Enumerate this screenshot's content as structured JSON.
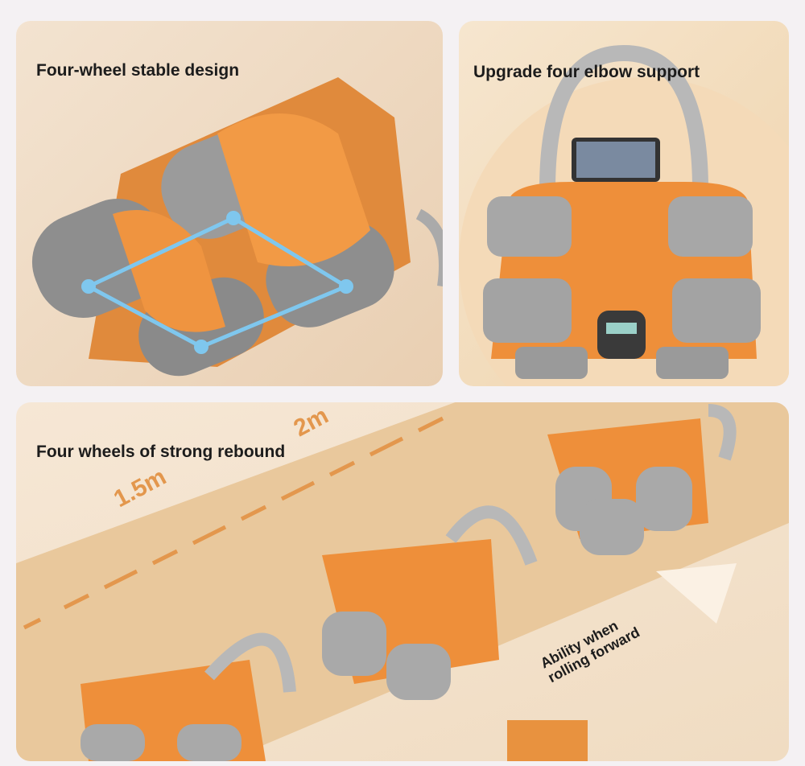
{
  "panels": [
    {
      "title": "Four-wheel stable design"
    },
    {
      "title": "Upgrade four elbow support"
    },
    {
      "title": "Four wheels of strong rebound",
      "ruler_labels": [
        "1.5m",
        "2m"
      ],
      "note_line1": "Ability when",
      "note_line2": "rolling forward"
    }
  ],
  "colors": {
    "orange": "#f0963c",
    "grey": "#a9a9a9",
    "accent_blue": "#7fc7ee"
  }
}
